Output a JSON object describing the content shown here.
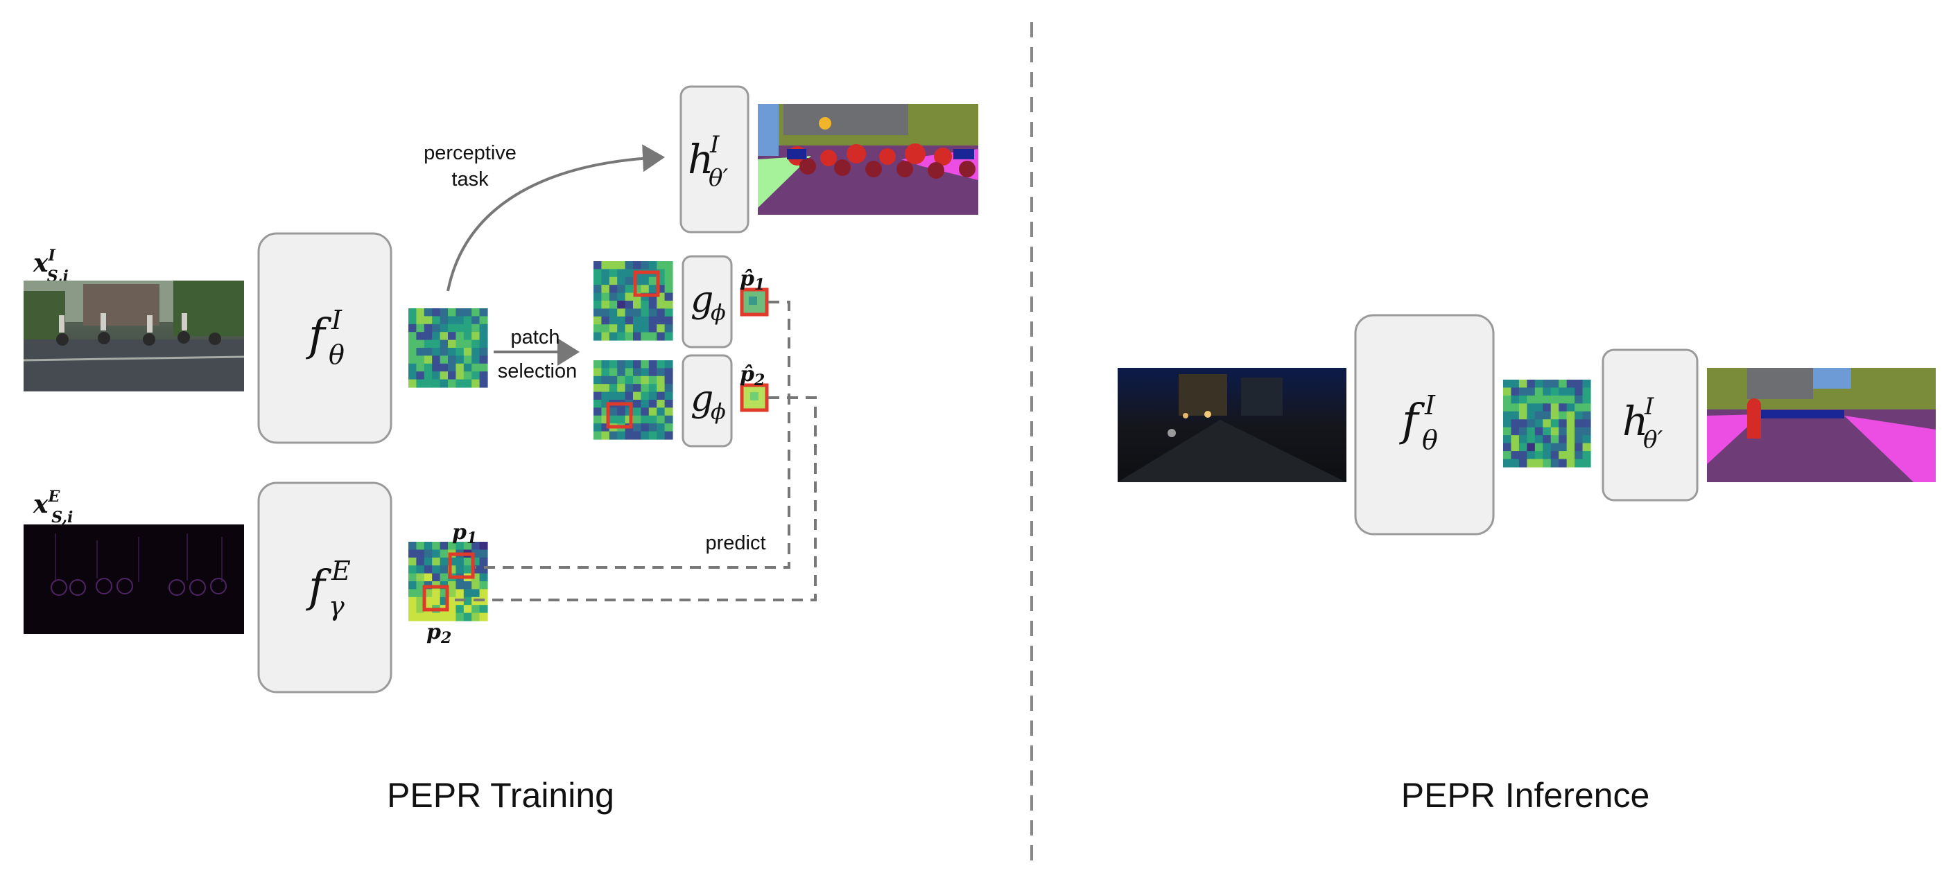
{
  "training": {
    "caption": "PEPR Training",
    "image_input_label": {
      "base": "x",
      "sup": "I",
      "sub": "S,i"
    },
    "event_input_label": {
      "base": "x",
      "sup": "E",
      "sub": "S,i"
    },
    "image_encoder": {
      "base": "f",
      "sup": "I",
      "sub": "θ"
    },
    "event_encoder": {
      "base": "f",
      "sup": "E",
      "sub": "γ"
    },
    "task_head": {
      "base": "h",
      "sup": "I",
      "sub": "θ′"
    },
    "predictor_1": {
      "base": "g",
      "sub": "ϕ"
    },
    "predictor_2": {
      "base": "g",
      "sub": "ϕ"
    },
    "perceptive_task_label": [
      "perceptive",
      "task"
    ],
    "patch_selection_label": [
      "patch",
      "selection"
    ],
    "predict_label": "predict",
    "patch_labels": {
      "p1_hat": {
        "base": "p̂",
        "sub": "1"
      },
      "p2_hat": {
        "base": "p̂",
        "sub": "2"
      },
      "p1": {
        "base": "p",
        "sub": "1"
      },
      "p2": {
        "base": "p",
        "sub": "2"
      }
    }
  },
  "inference": {
    "caption": "PEPR Inference",
    "image_encoder": {
      "base": "f",
      "sup": "I",
      "sub": "θ"
    },
    "task_head": {
      "base": "h",
      "sup": "I",
      "sub": "θ′"
    }
  },
  "colors": {
    "box_fill": "#f0f0f0",
    "box_stroke": "#9a9a9a",
    "connector": "#777777",
    "patch_highlight": "#e03a2a",
    "divider": "#888888"
  }
}
